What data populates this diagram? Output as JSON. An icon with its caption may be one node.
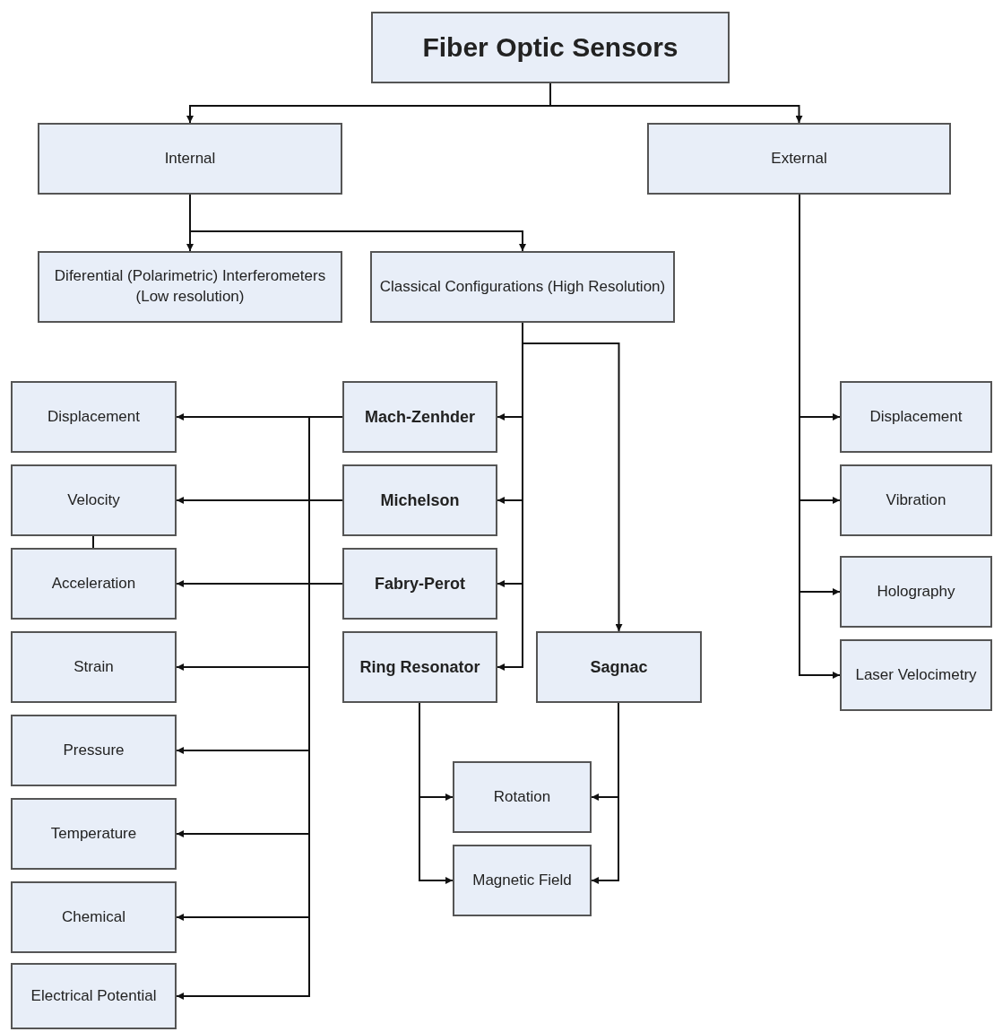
{
  "diagram": {
    "nodes": [
      {
        "text": [
          "Fiber Optic Sensors"
        ]
      },
      {
        "text": [
          "Internal"
        ]
      },
      {
        "text": [
          "External"
        ]
      },
      {
        "text": [
          "Diferential (Polarimetric) Interferometers (Low resolution)"
        ]
      },
      {
        "text": [
          "Classical Configurations (High Resolution)"
        ]
      },
      {
        "text": [
          "Mach-Zenhder"
        ]
      },
      {
        "text": [
          "Michelson"
        ]
      },
      {
        "text": [
          "Fabry-Perot"
        ]
      },
      {
        "text": [
          "Ring Resonator"
        ]
      },
      {
        "text": [
          "Sagnac"
        ]
      },
      {
        "text": [
          "Displacement"
        ]
      },
      {
        "text": [
          "Velocity"
        ]
      },
      {
        "text": [
          "Acceleration"
        ]
      },
      {
        "text": [
          "Strain"
        ]
      },
      {
        "text": [
          "Pressure"
        ]
      },
      {
        "text": [
          "Temperature"
        ]
      },
      {
        "text": [
          "Chemical"
        ]
      },
      {
        "text": [
          "Electrical Potential"
        ]
      },
      {
        "text": [
          "Rotation"
        ]
      },
      {
        "text": [
          "Magnetic Field"
        ]
      },
      {
        "text": [
          "Displacement"
        ]
      },
      {
        "text": [
          "Vibration"
        ]
      },
      {
        "text": [
          "Holography"
        ]
      },
      {
        "text": [
          "Laser Velocimetry"
        ]
      }
    ],
    "edges": [
      {
        "from": 0,
        "to": 1,
        "arrow": "to"
      },
      {
        "from": 0,
        "to": 2,
        "arrow": "to"
      },
      {
        "from": 1,
        "to": 3,
        "arrow": "to"
      },
      {
        "from": 1,
        "to": 4,
        "arrow": "to"
      },
      {
        "from": 4,
        "to": 5,
        "arrow": "to"
      },
      {
        "from": 4,
        "to": 6,
        "arrow": "to"
      },
      {
        "from": 4,
        "to": 7,
        "arrow": "to"
      },
      {
        "from": 4,
        "to": 8,
        "arrow": "to"
      },
      {
        "from": 4,
        "to": 9,
        "arrow": "to"
      },
      {
        "from": 5,
        "to": 10,
        "arrow": "to"
      },
      {
        "from": 6,
        "to": 11,
        "arrow": "to"
      },
      {
        "from": 7,
        "to": 12,
        "arrow": "to"
      },
      {
        "from": 5,
        "to": 13,
        "arrow": "to"
      },
      {
        "from": 5,
        "to": 14,
        "arrow": "to"
      },
      {
        "from": 5,
        "to": 15,
        "arrow": "to"
      },
      {
        "from": 5,
        "to": 16,
        "arrow": "to"
      },
      {
        "from": 5,
        "to": 17,
        "arrow": "to"
      },
      {
        "from": 11,
        "to": 12,
        "arrow": "none"
      },
      {
        "from": 8,
        "to": 18,
        "arrow": "to"
      },
      {
        "from": 8,
        "to": 19,
        "arrow": "to"
      },
      {
        "from": 9,
        "to": 18,
        "arrow": "to"
      },
      {
        "from": 9,
        "to": 19,
        "arrow": "to"
      },
      {
        "from": 2,
        "to": 20,
        "arrow": "to"
      },
      {
        "from": 2,
        "to": 21,
        "arrow": "to"
      },
      {
        "from": 2,
        "to": 22,
        "arrow": "to"
      },
      {
        "from": 2,
        "to": 23,
        "arrow": "to"
      }
    ]
  }
}
